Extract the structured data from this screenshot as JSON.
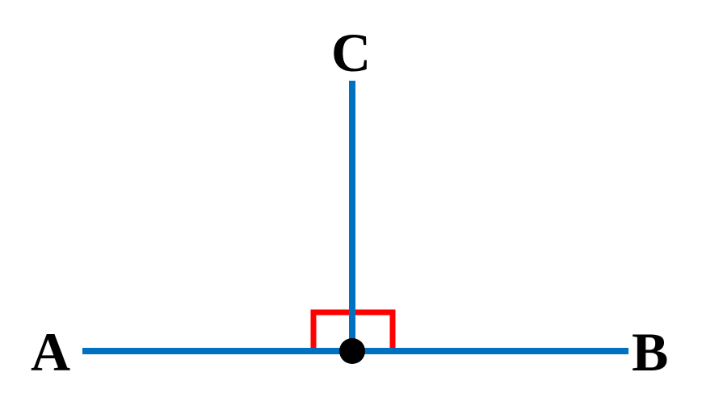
{
  "points": {
    "A": {
      "label": "A"
    },
    "B": {
      "label": "B"
    },
    "C": {
      "label": "C"
    }
  },
  "colors": {
    "line": "#0070C0",
    "right_angle_marker": "#FF0000",
    "vertex_dot": "#000000",
    "label": "#000000",
    "background": "#FFFFFF"
  },
  "right_angle": true
}
